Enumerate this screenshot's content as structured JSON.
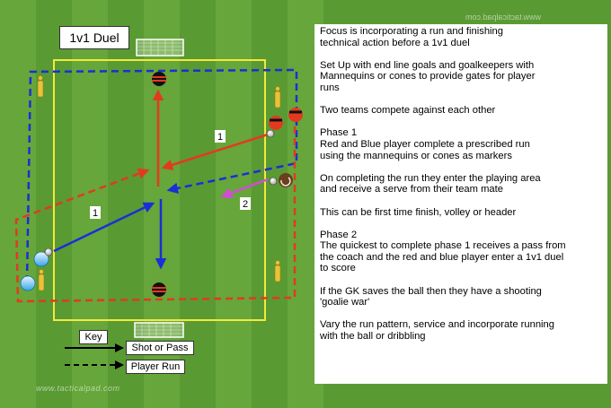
{
  "title": "1v1 Duel",
  "phase_labels": {
    "run_1": "1",
    "run_2": "1",
    "serve_2": "2"
  },
  "notes": [
    "Focus is incorporating a run and finishing\ntechnical action before a 1v1 duel",
    "Set Up with end line goals and goalkeepers with\nMannequins or cones to provide gates for player\nruns",
    "Two teams compete against each other",
    "Phase 1\nRed and Blue player complete a prescribed run\nusing the mannequins or cones as markers",
    "On completing the run they enter the playing area\nand receive a serve from their team mate",
    "This can be first time finish, volley or header",
    "Phase 2\nThe quickest to complete phase 1 receives a pass from\nthe coach and the red and blue player enter a 1v1 duel\nto score",
    "If the GK saves the ball then they have a shooting\n'goalie war'",
    "Vary the run pattern, service and incorporate running\nwith the ball or dribbling"
  ],
  "key": {
    "title": "Key",
    "pass": "Shot or Pass",
    "run": "Player Run"
  },
  "watermark": "www.tacticalpad.com",
  "watermark_mirrored": "www.tacticalpad.com",
  "colors": {
    "grass_dark": "#5a9a33",
    "grass_light": "#68a83c",
    "area": "#f2ea3a",
    "red": "#e23a1f",
    "blue": "#1a2fd6",
    "pink": "#d24cd6",
    "black": "#000000"
  },
  "icons": [
    "goal-icon",
    "goalkeeper-icon",
    "mannequin-icon",
    "ball-icon",
    "coach-icon",
    "player-red-icon",
    "player-blue-icon"
  ]
}
